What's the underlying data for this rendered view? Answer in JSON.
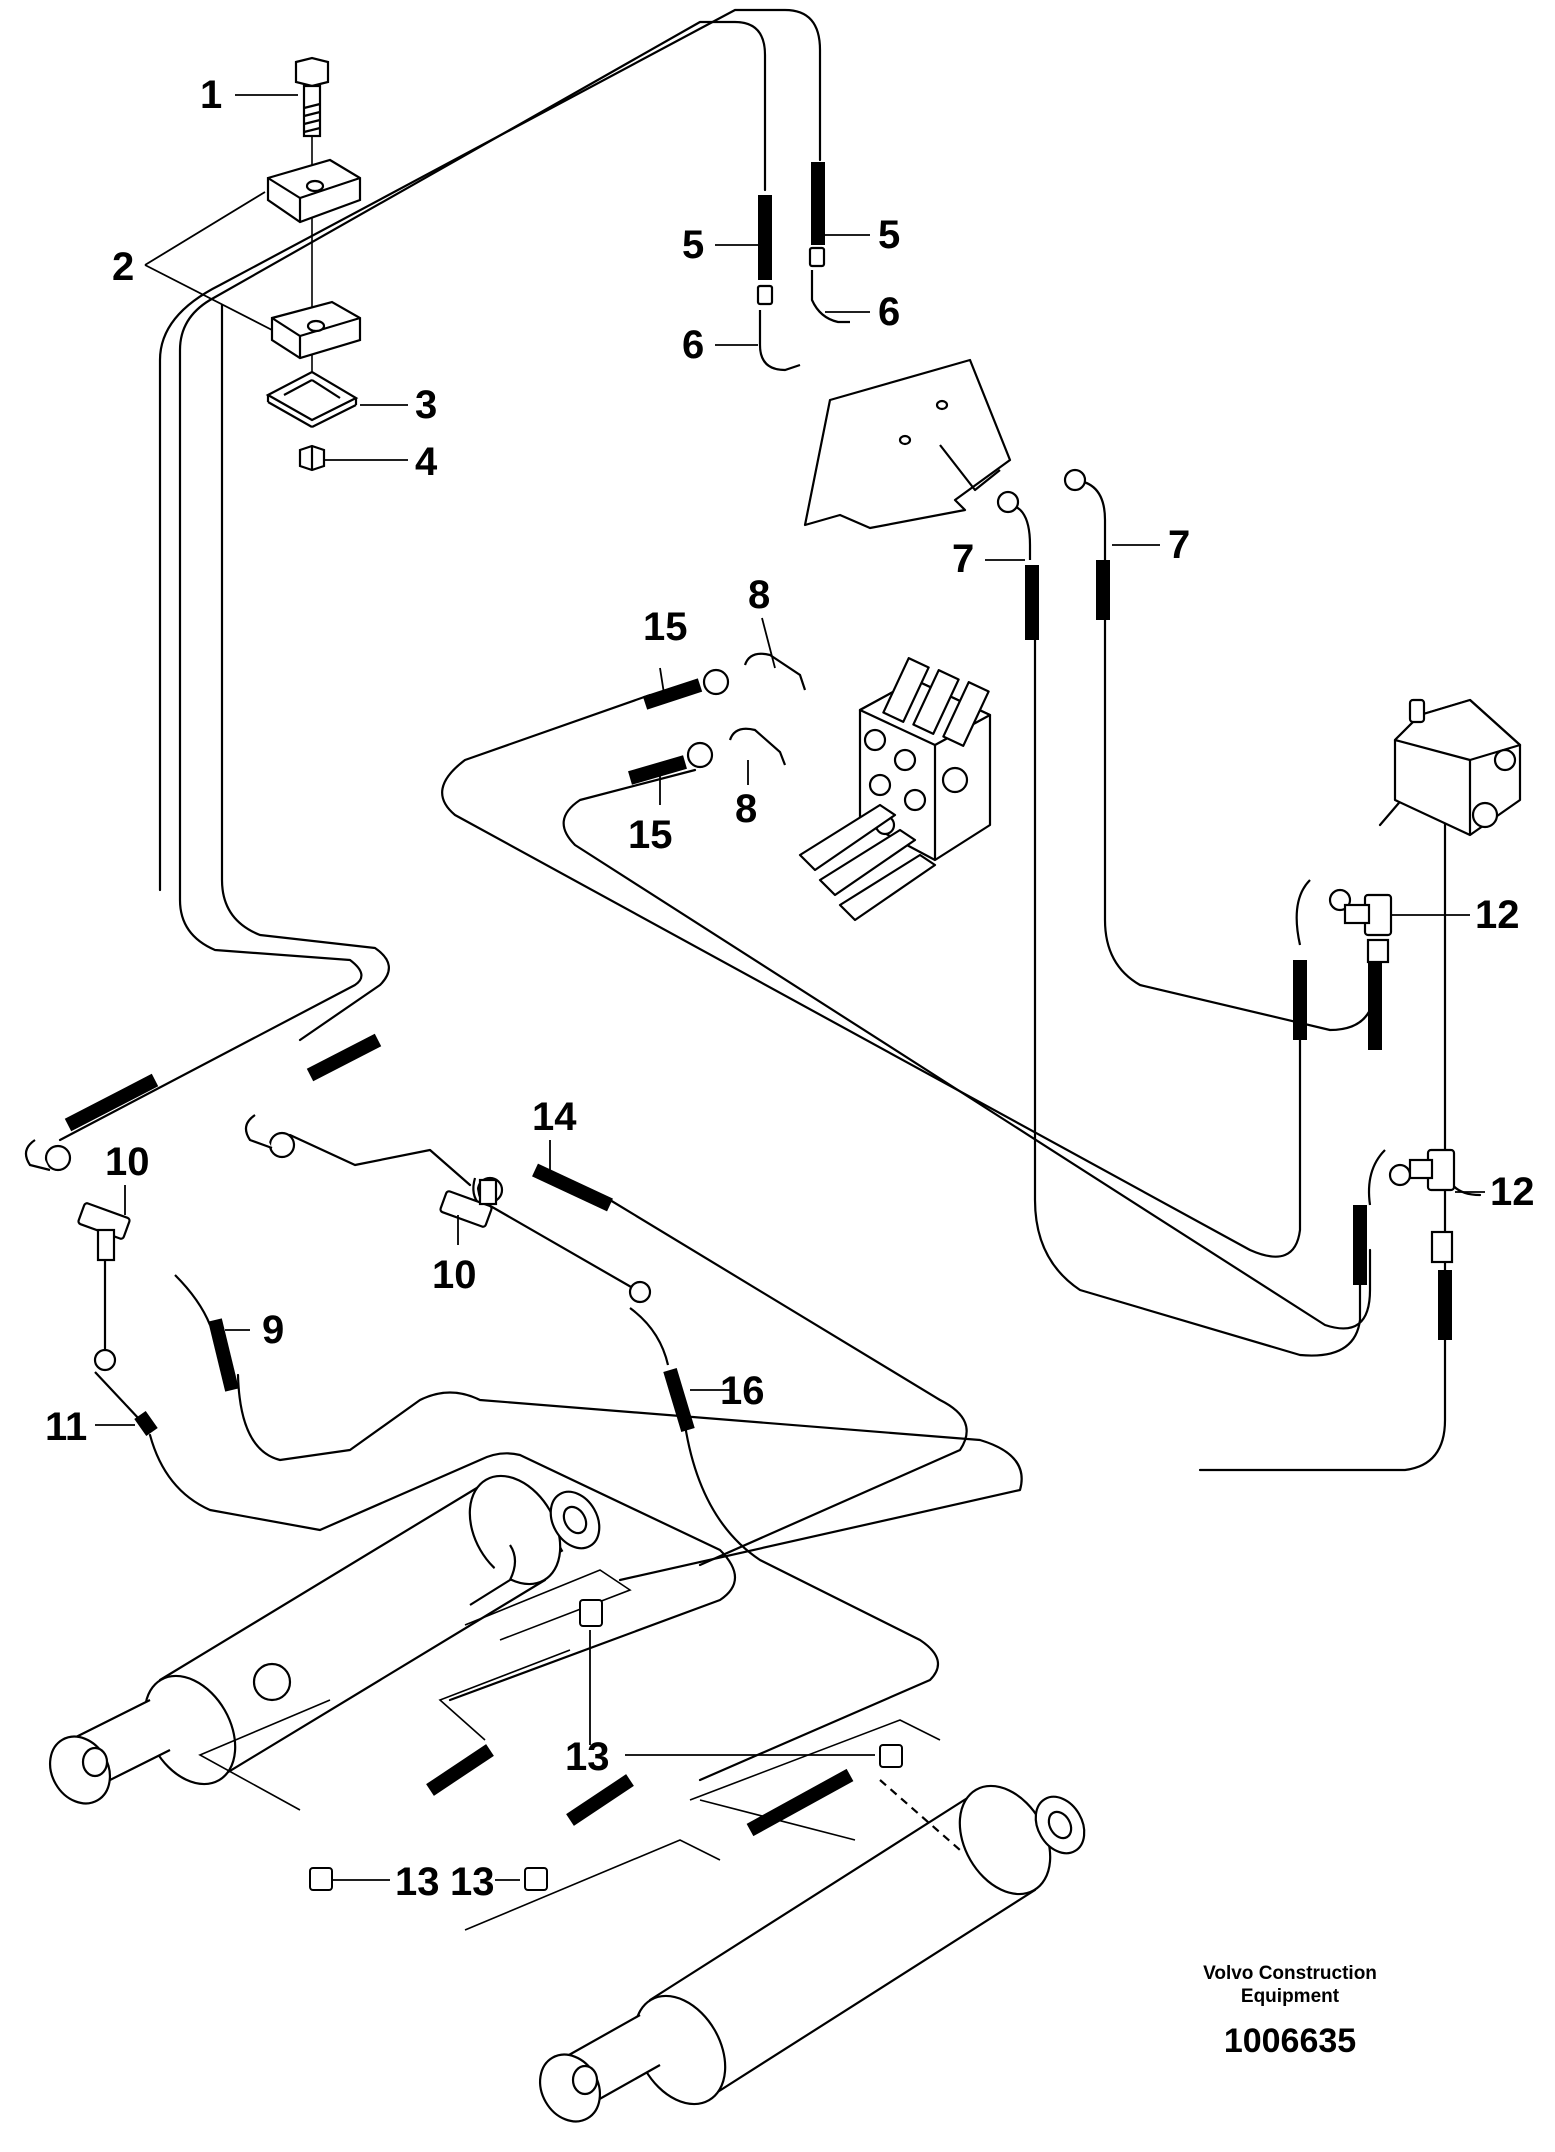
{
  "callouts": {
    "c1": "1",
    "c2": "2",
    "c3": "3",
    "c4": "4",
    "c5": "5",
    "c6": "6",
    "c7": "7",
    "c8": "8",
    "c9": "9",
    "c10": "10",
    "c11": "11",
    "c12": "12",
    "c13": "13",
    "c14": "14",
    "c15": "15",
    "c16": "16"
  },
  "brand": {
    "line1": "Volvo Construction",
    "line2": "Equipment",
    "number": "1006635"
  },
  "colors": {
    "ink": "#000000",
    "paper": "#ffffff"
  }
}
